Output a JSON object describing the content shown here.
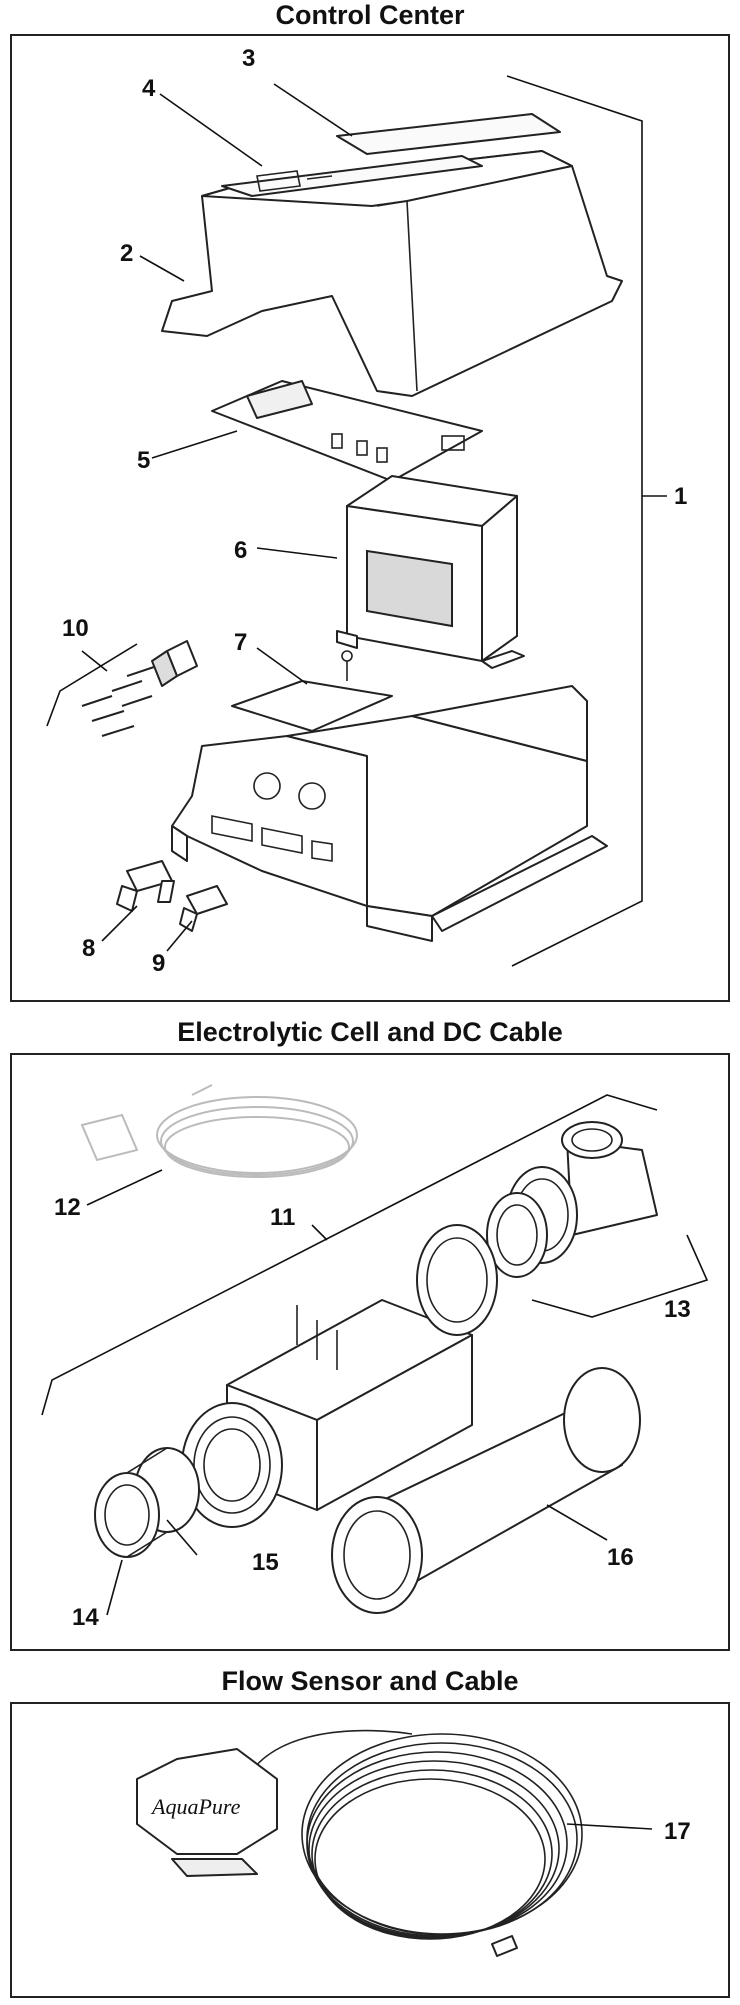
{
  "sections": [
    {
      "title": "Control Center"
    },
    {
      "title": "Electrolytic Cell and DC Cable"
    },
    {
      "title": "Flow Sensor and Cable"
    }
  ],
  "callouts": {
    "control_center": [
      "1",
      "2",
      "3",
      "4",
      "5",
      "6",
      "7",
      "8",
      "9",
      "10"
    ],
    "cell": [
      "11",
      "12",
      "13",
      "14",
      "15",
      "16"
    ],
    "flow": [
      "17"
    ]
  },
  "logo_text": "AquaPure"
}
